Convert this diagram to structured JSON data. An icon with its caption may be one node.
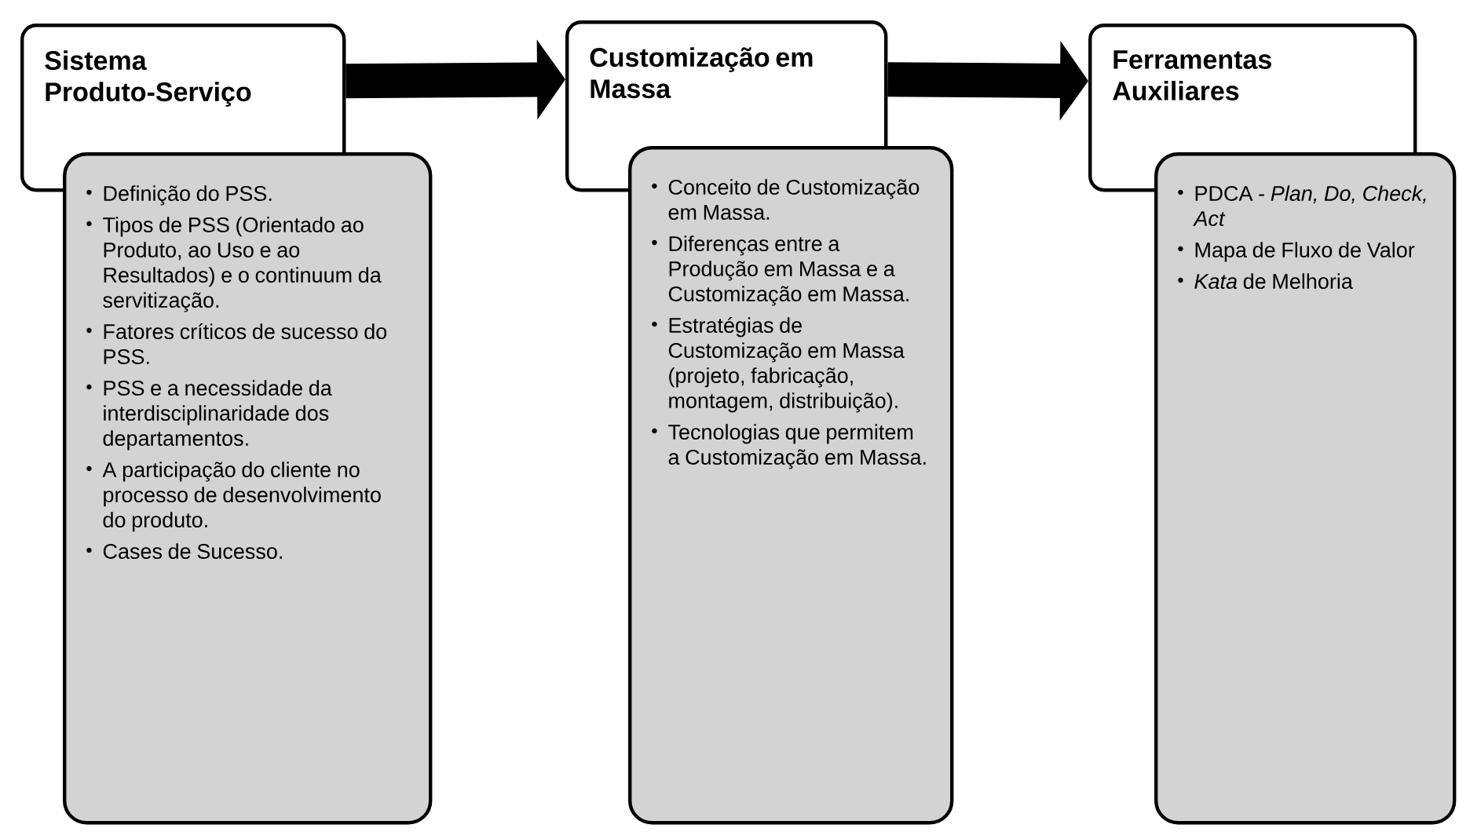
{
  "diagram": {
    "nodes": [
      {
        "text": [
          "Sistema Produto-Serviço"
        ]
      },
      {
        "text": [
          "Definição do PSS.",
          "Tipos de PSS (Orientado ao Produto, ao Uso e ao Resultados) e o continuum da servitização.",
          "Fatores críticos de sucesso do PSS.",
          "PSS e a necessidade da interdisciplinaridade dos departamentos.",
          "A participação do cliente no processo de desenvolvimento do produto.",
          "Cases de Sucesso."
        ]
      },
      {
        "text": [
          "Customização em Massa"
        ]
      },
      {
        "text": [
          "Conceito de Customização em Massa.",
          "Diferenças entre a Produção em Massa e a Customização em Massa.",
          "Estratégias de Customização em Massa (projeto, fabricação, montagem, distribuição).",
          "Tecnologias que permitem a Customização em Massa."
        ]
      },
      {
        "text": [
          "Ferramentas Auxiliares"
        ]
      },
      {
        "text": [
          "PDCA - *Plan, Do, Check, Act*",
          "Mapa de Fluxo de Valor",
          "*Kata* de Melhoria"
        ]
      }
    ],
    "edges": [
      {
        "from": 0,
        "to": 2,
        "arrow": "to"
      },
      {
        "from": 2,
        "to": 4,
        "arrow": "to"
      }
    ]
  }
}
